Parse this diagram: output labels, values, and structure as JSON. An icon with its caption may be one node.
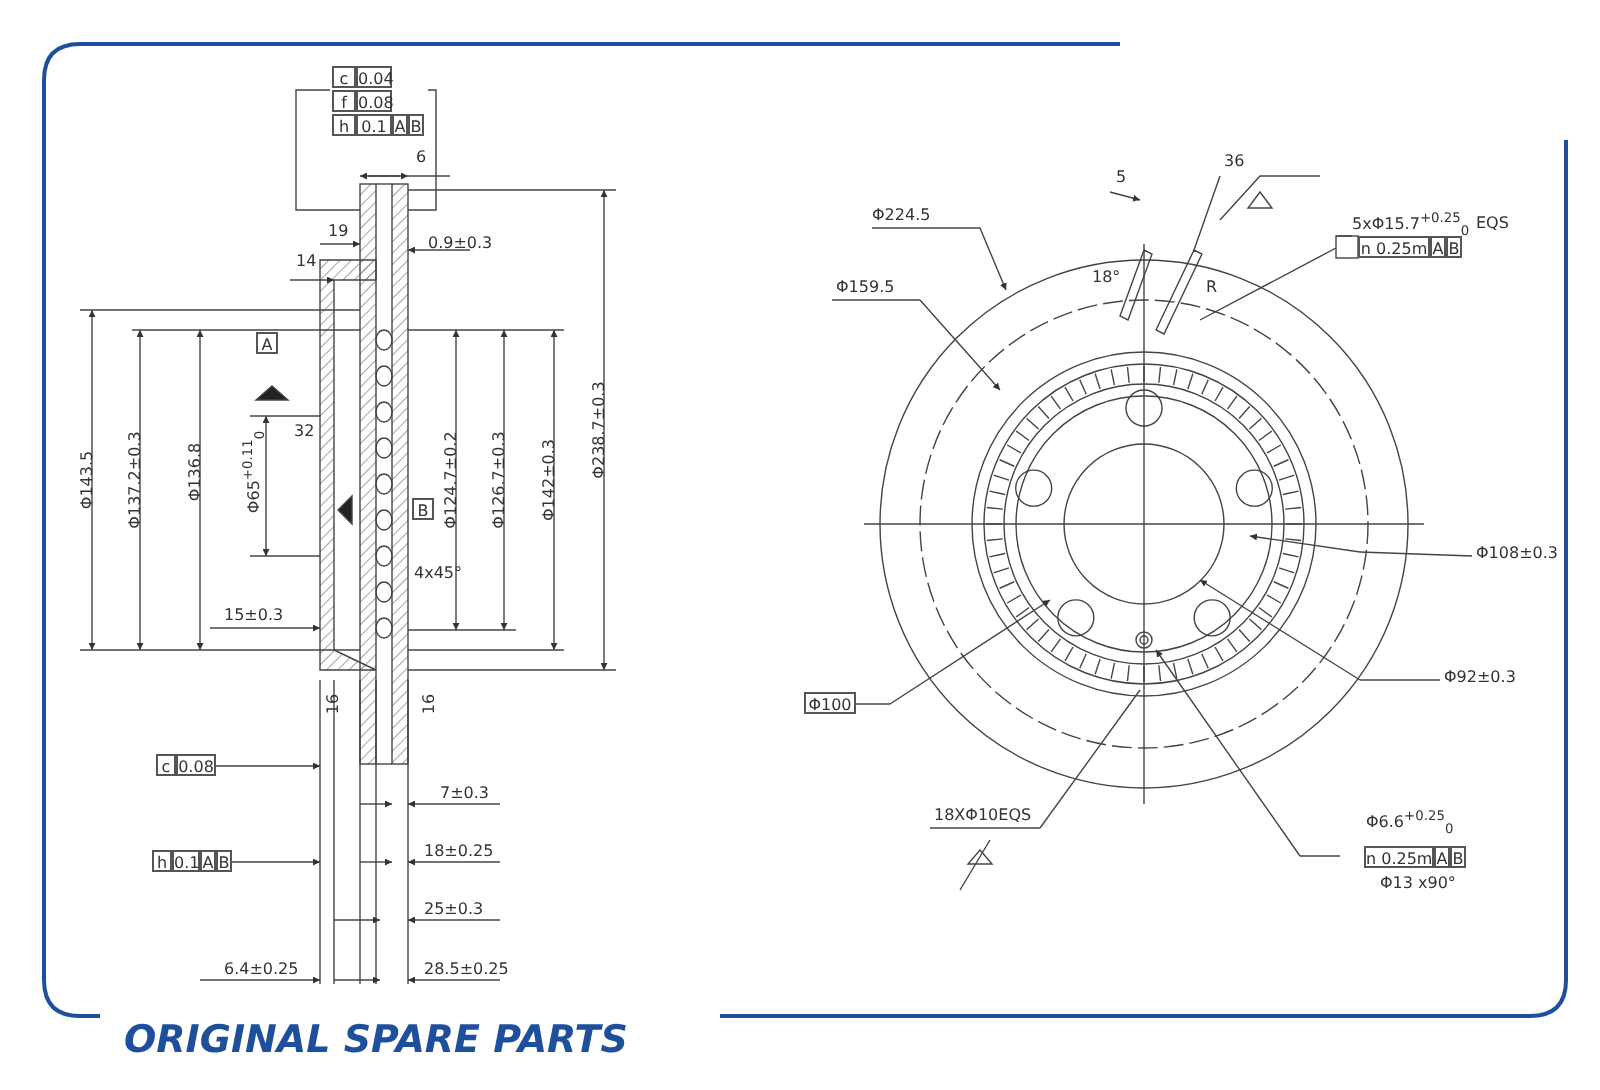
{
  "diagram": {
    "labels": [
      "c",
      "0.04",
      "f",
      "0.08",
      "h",
      "0.1",
      "A",
      "B",
      "6",
      "19",
      "0.9±0.3",
      "14",
      "A",
      "32",
      "Φ143.5",
      "Φ137.2±0.3",
      "Φ136.8",
      "Φ65$^{+0.11}$$_{0}$",
      "B",
      "4x45°",
      "Φ124.7±0.2",
      "Φ126.7±0.3",
      "Φ142±0.3",
      "Φ238.7±0.3",
      "15±0.3",
      "16",
      "16",
      "c",
      "0.08",
      "h",
      "0.1",
      "A",
      "B",
      "7±0.3",
      "18±0.25",
      "25±0.3",
      "6.4±0.25",
      "28.5±0.25",
      "5",
      "36",
      "Φ224.5",
      "5xΦ15.7$^{+0.25}$$_{0}$",
      "EQS",
      "Φ159.5",
      "18°",
      "R",
      "n 0.25m",
      "A",
      "B",
      "Φ108±0.3",
      "Φ92±0.3",
      "Φ100",
      "18XΦ10EQS",
      "Φ6.6$^{+0.25}$$_{0}$",
      "n 0.25m",
      "A",
      "B",
      "Φ13 x90°",
      "ORIGINAL SPARE PARTS"
    ]
  }
}
